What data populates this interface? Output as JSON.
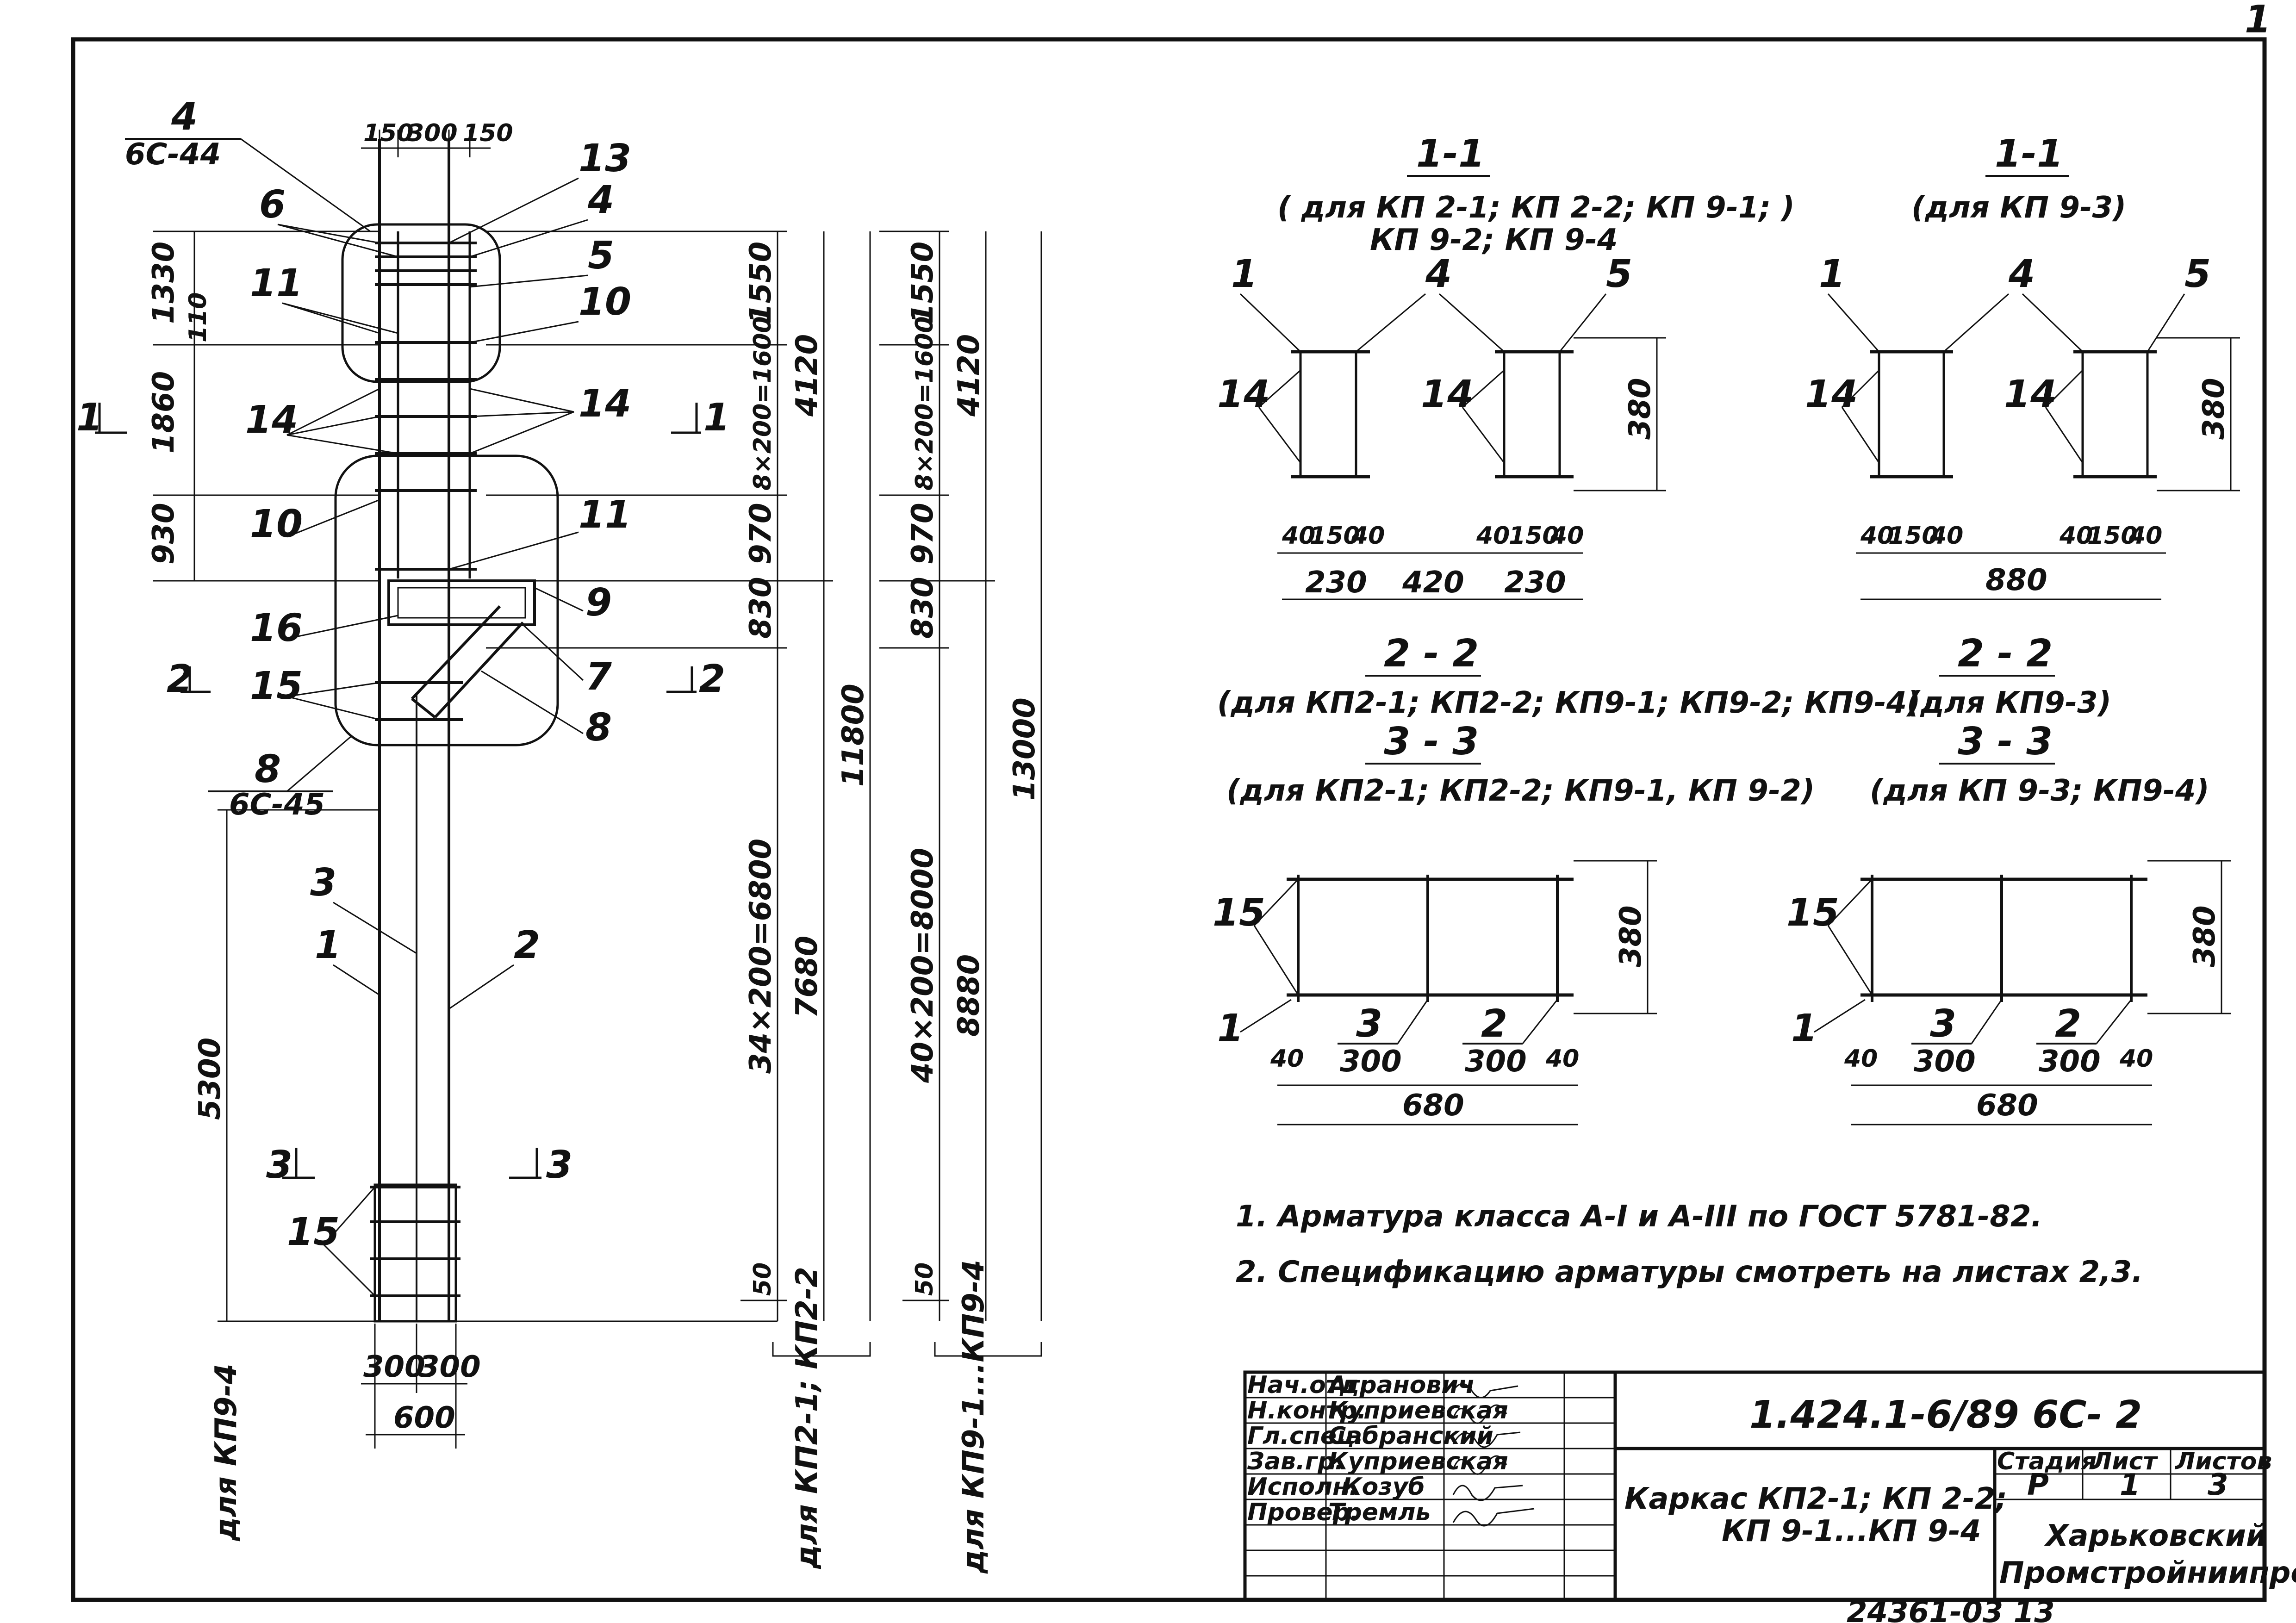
{
  "colors": {
    "ink": "#111111",
    "paper": "#ffffff"
  },
  "column": {
    "mark_4": "4",
    "mark_4_sub": "6С-44",
    "mark_8": "8",
    "mark_8_sub": "6С-45",
    "top_dims": [
      "150",
      "300",
      "150"
    ],
    "bottom_dims": [
      "300",
      "300"
    ],
    "bottom_total": "600",
    "left_dims": [
      "1330",
      "1860",
      "930",
      "110"
    ],
    "height_5300": "5300",
    "callouts": [
      "6",
      "11",
      "14",
      "10",
      "16",
      "15",
      "13",
      "4",
      "5",
      "10",
      "14",
      "11",
      "9",
      "7",
      "8",
      "3",
      "1",
      "2",
      "15"
    ],
    "section_marks": [
      "1",
      "1",
      "2",
      "2",
      "3",
      "3"
    ],
    "bottom_note": "для КП9-4"
  },
  "dims_group1": {
    "segments": [
      "1550",
      "8×200=1600",
      "970",
      "830",
      "34×200=6800",
      "50"
    ],
    "sub_totals": [
      "4120",
      "7680"
    ],
    "total": "11800",
    "note": "для КП2-1; КП2-2"
  },
  "dims_group2": {
    "segments": [
      "1550",
      "8×200=1600",
      "970",
      "830",
      "40×200=8000",
      "50"
    ],
    "sub_totals": [
      "4120",
      "8880"
    ],
    "total": "13000",
    "note": "для КП9-1...КП9-4"
  },
  "section_11a": {
    "title": "1-1",
    "subtitle_line1": "( для КП 2-1; КП 2-2; КП 9-1; )",
    "subtitle_line2": "КП 9-2; КП 9-4",
    "callouts": [
      "1",
      "4",
      "5",
      "14",
      "14"
    ],
    "height": "380",
    "dims": [
      "40",
      "150",
      "40",
      "40",
      "150",
      "40"
    ],
    "bottom_dims": [
      "230",
      "420",
      "230"
    ]
  },
  "section_11b": {
    "title": "1-1",
    "subtitle": "(для КП 9-3)",
    "callouts": [
      "1",
      "4",
      "5",
      "14",
      "14"
    ],
    "height": "380",
    "dims": [
      "40",
      "150",
      "40",
      "40",
      "150",
      "40"
    ],
    "total": "880"
  },
  "section_22a": {
    "title": "2 - 2",
    "subtitle": "(для КП2-1; КП2-2; КП9-1; КП9-2; КП9-4)"
  },
  "section_33a": {
    "title": "3 - 3",
    "subtitle": "(для КП2-1; КП2-2; КП9-1, КП 9-2)",
    "callouts": [
      "15",
      "1",
      "3",
      "2"
    ],
    "bar_3": "300",
    "bar_2": "300",
    "height": "380",
    "side": [
      "40",
      "40"
    ],
    "total": "680"
  },
  "section_22b": {
    "title": "2 - 2",
    "subtitle": "(для КП9-3)"
  },
  "section_33b": {
    "title": "3 - 3",
    "subtitle": "(для КП 9-3; КП9-4)",
    "callouts": [
      "15",
      "1",
      "3",
      "2"
    ],
    "bar_3": "300",
    "bar_2": "300",
    "height": "380",
    "side": [
      "40",
      "40"
    ],
    "total": "680"
  },
  "notes": [
    "1. Арматура класса А-I и А-III по ГОСТ 5781-82.",
    "2. Спецификацию арматуры смотреть на листах 2,3."
  ],
  "title_block": {
    "roles": [
      "Нач.отд.",
      "Н.контр.",
      "Гл.спец.",
      "Зав.гр.",
      "Исполн.",
      "Провер."
    ],
    "names": [
      "Агранович",
      "Куприевская",
      "Сабранский",
      "Куприевская",
      "Козуб",
      "Тремль"
    ],
    "doc_code": "1.424.1-6/89 6С- 2",
    "title_line1": "Каркас КП2-1; КП 2-2;",
    "title_line2": "КП 9-1...КП 9-4",
    "stage_label": "Стадия",
    "sheet_label": "Лист",
    "sheets_label": "Листов",
    "stage": "Р",
    "sheet": "1",
    "sheets": "3",
    "org_line1": "Харьковский",
    "org_line2": "Промстройниипроект"
  },
  "corner_number": "1",
  "bottom_code": "24361-03 13"
}
